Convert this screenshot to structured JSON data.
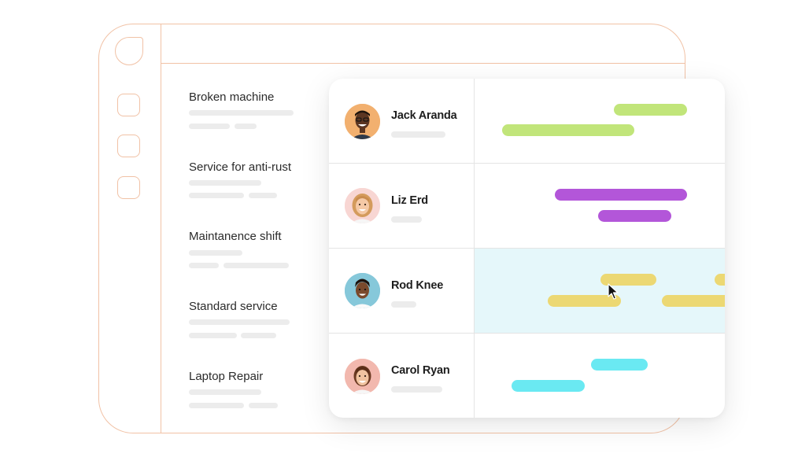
{
  "colors": {
    "outline": "#f1c2a6",
    "green": "#c1e57a",
    "purple": "#b356d9",
    "yellow": "#ecd873",
    "cyan": "#6ae9f2",
    "highlight_row": "#e5f7fa"
  },
  "tasks": [
    {
      "label": "Broken machine"
    },
    {
      "label": "Service for anti-rust"
    },
    {
      "label": "Maintanence shift"
    },
    {
      "label": "Standard service"
    },
    {
      "label": "Laptop Repair"
    }
  ],
  "people": [
    {
      "name": "Jack Aranda",
      "bar_color": "green"
    },
    {
      "name": "Liz Erd",
      "bar_color": "purple"
    },
    {
      "name": "Rod Knee",
      "bar_color": "yellow",
      "highlighted": true
    },
    {
      "name": "Carol Ryan",
      "bar_color": "cyan"
    }
  ],
  "icons": {
    "logo": "logo-icon",
    "nav": [
      "nav-icon",
      "nav-icon",
      "nav-icon"
    ],
    "cursor": "mouse-pointer-icon"
  }
}
